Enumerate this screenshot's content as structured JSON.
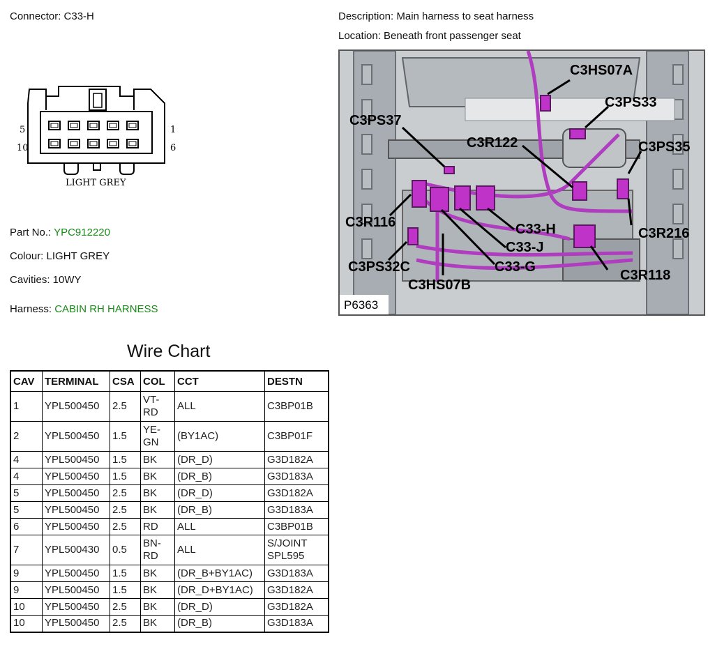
{
  "header": {
    "connector": "Connector: C33-H",
    "description": "Description: Main harness to seat harness",
    "location": "Location: Beneath front passenger seat"
  },
  "drawing": {
    "pin_left_top": "5",
    "pin_left_bottom": "10",
    "pin_right_top": "1",
    "pin_right_bottom": "6",
    "colour_label": "LIGHT GREY"
  },
  "info": {
    "part_label": "Part No.:",
    "part_value": "YPC912220",
    "colour": "Colour: LIGHT GREY",
    "cavities": "Cavities: 10WY",
    "harness_label": "Harness:",
    "harness_value": "CABIN RH HARNESS"
  },
  "photo": {
    "ref": "P6363",
    "labels": [
      "C3HS07A",
      "C3PS33",
      "C3PS37",
      "C3R122",
      "C3PS35",
      "C3R116",
      "C33-H",
      "C3R216",
      "C33-J",
      "C3PS32C",
      "C33-G",
      "C3R118",
      "C3HS07B"
    ]
  },
  "wire_chart": {
    "title": "Wire Chart",
    "columns": [
      "CAV",
      "TERMINAL",
      "CSA",
      "COL",
      "CCT",
      "DESTN"
    ],
    "rows": [
      {
        "cav": "1",
        "terminal": "YPL500450",
        "csa": "2.5",
        "col": "VT-\nRD",
        "cct": "ALL",
        "destn": "C3BP01B"
      },
      {
        "cav": "2",
        "terminal": "YPL500450",
        "csa": "1.5",
        "col": "YE-\nGN",
        "cct": "(BY1AC)",
        "destn": "C3BP01F"
      },
      {
        "cav": "4",
        "terminal": "YPL500450",
        "csa": "1.5",
        "col": "BK",
        "cct": "(DR_D)",
        "destn": "G3D182A"
      },
      {
        "cav": "4",
        "terminal": "YPL500450",
        "csa": "1.5",
        "col": "BK",
        "cct": "(DR_B)",
        "destn": "G3D183A"
      },
      {
        "cav": "5",
        "terminal": "YPL500450",
        "csa": "2.5",
        "col": "BK",
        "cct": "(DR_D)",
        "destn": "G3D182A"
      },
      {
        "cav": "5",
        "terminal": "YPL500450",
        "csa": "2.5",
        "col": "BK",
        "cct": "(DR_B)",
        "destn": "G3D183A"
      },
      {
        "cav": "6",
        "terminal": "YPL500450",
        "csa": "2.5",
        "col": "RD",
        "cct": "ALL",
        "destn": "C3BP01B"
      },
      {
        "cav": "7",
        "terminal": "YPL500430",
        "csa": "0.5",
        "col": "BN-\nRD",
        "cct": "ALL",
        "destn": "S/JOINT\nSPL595"
      },
      {
        "cav": "9",
        "terminal": "YPL500450",
        "csa": "1.5",
        "col": "BK",
        "cct": "(DR_B+BY1AC)",
        "destn": "G3D183A"
      },
      {
        "cav": "9",
        "terminal": "YPL500450",
        "csa": "1.5",
        "col": "BK",
        "cct": "(DR_D+BY1AC)",
        "destn": "G3D182A"
      },
      {
        "cav": "10",
        "terminal": "YPL500450",
        "csa": "2.5",
        "col": "BK",
        "cct": "(DR_D)",
        "destn": "G3D182A"
      },
      {
        "cav": "10",
        "terminal": "YPL500450",
        "csa": "2.5",
        "col": "BK",
        "cct": "(DR_B)",
        "destn": "G3D183A"
      }
    ]
  }
}
